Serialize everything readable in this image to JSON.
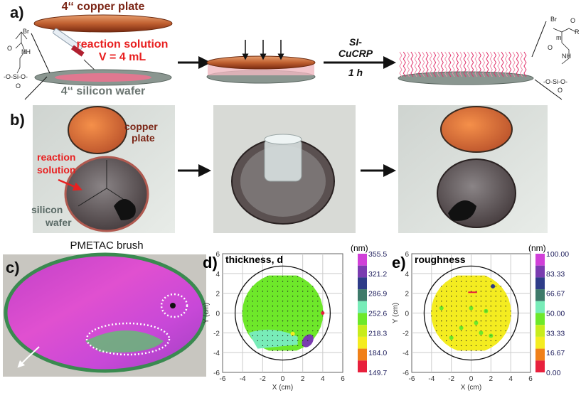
{
  "panel_a": {
    "label": "a)",
    "copper_plate": "4‘‘ copper plate",
    "reaction_solution": "reaction solution",
    "volume": "V = 4 mL",
    "silicon_wafer": "4‘‘ silicon wafer",
    "step_line1": "SI-",
    "step_line2": "CuCRP",
    "step_time": "1 h",
    "chem_left": {
      "br": "Br",
      "o": "O",
      "nh": "NH",
      "si": "-O-Si-O-",
      "o2": "O"
    },
    "chem_right": {
      "br": "Br",
      "o": "O",
      "r": "R",
      "m": "m",
      "o_amide": "O",
      "nh": "NH",
      "si": "-O-Si-O-",
      "o2": "O"
    },
    "colors": {
      "copper": "#a0461e",
      "solution": "#e8202a",
      "wafer": "#8a9690",
      "brush": "#e0306a"
    }
  },
  "panel_b": {
    "label": "b)",
    "copper_plate_line1": "copper",
    "copper_plate_line2": "plate",
    "reaction_line1": "reaction",
    "reaction_line2": "solution",
    "wafer_line1": "silicon",
    "wafer_line2": "wafer"
  },
  "panel_c": {
    "label": "c)",
    "title": "PMETAC brush"
  },
  "chart_data": [
    {
      "type": "heatmap",
      "panel_label": "d)",
      "title": "thickness, d",
      "xlabel": "X (cm)",
      "ylabel": "Y (cm)",
      "xlim": [
        -6,
        6
      ],
      "ylim": [
        -6,
        6
      ],
      "xticks": [
        "-6",
        "-4",
        "-2",
        "0",
        "2",
        "4",
        "6"
      ],
      "yticks": [
        "6",
        "4",
        "2",
        "0",
        "-2",
        "-4",
        "-6"
      ],
      "grid": true,
      "unit": "(nm)",
      "colorbar_labels": [
        "355.5",
        "321.2",
        "286.9",
        "252.6",
        "218.3",
        "184.0",
        "149.7"
      ],
      "colorbar_colors": [
        "#d040d8",
        "#7a3cb0",
        "#2e3c88",
        "#3e7a6a",
        "#78ecb8",
        "#6ee82a",
        "#c8ec1c",
        "#f4ec20",
        "#f08018",
        "#e8203c"
      ],
      "dominant_range": "218.3-252.6"
    },
    {
      "type": "heatmap",
      "panel_label": "e)",
      "title": "roughness",
      "xlabel": "X (cm)",
      "ylabel": "Y (cm)",
      "xlim": [
        -6,
        6
      ],
      "ylim": [
        -6,
        6
      ],
      "xticks": [
        "-6",
        "-4",
        "-2",
        "0",
        "2",
        "4",
        "6"
      ],
      "yticks": [
        "6",
        "4",
        "2",
        "0",
        "-2",
        "-4",
        "-6"
      ],
      "grid": true,
      "unit": "(nm)",
      "colorbar_labels": [
        "100.00",
        "83.33",
        "66.67",
        "50.00",
        "33.33",
        "16.67",
        "0.00"
      ],
      "colorbar_colors": [
        "#d040d8",
        "#7a3cb0",
        "#2e3c88",
        "#3e7a6a",
        "#78ecb8",
        "#6ee82a",
        "#c8ec1c",
        "#f4ec20",
        "#f08018",
        "#e8203c"
      ],
      "dominant_range": "16.67-33.33"
    }
  ]
}
